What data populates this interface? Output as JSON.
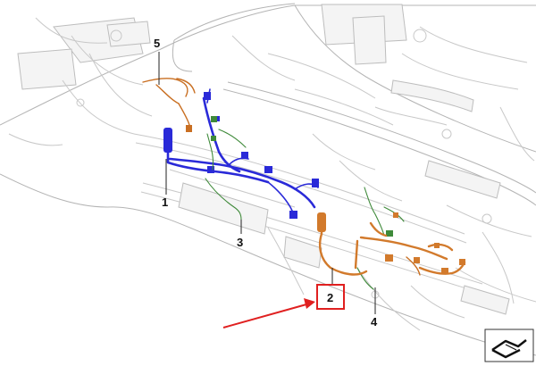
{
  "diagram": {
    "callouts": [
      {
        "id": "1",
        "label": "1"
      },
      {
        "id": "2",
        "label": "2"
      },
      {
        "id": "3",
        "label": "3"
      },
      {
        "id": "4",
        "label": "4"
      },
      {
        "id": "5",
        "label": "5"
      }
    ],
    "highlighted_callout": "2",
    "colors": {
      "harness_1": "#2a2ad8",
      "harness_2": "#d27a2c",
      "harness_3": "#3f8a3a",
      "harness_4": "#3f8a3a",
      "harness_5": "#c96f22",
      "highlight_box": "#e02020",
      "pointer_arrow": "#e02020",
      "background_lines": "#c8c8c8"
    },
    "icons": [
      "pointer-arrow",
      "view-orientation-icon"
    ]
  }
}
